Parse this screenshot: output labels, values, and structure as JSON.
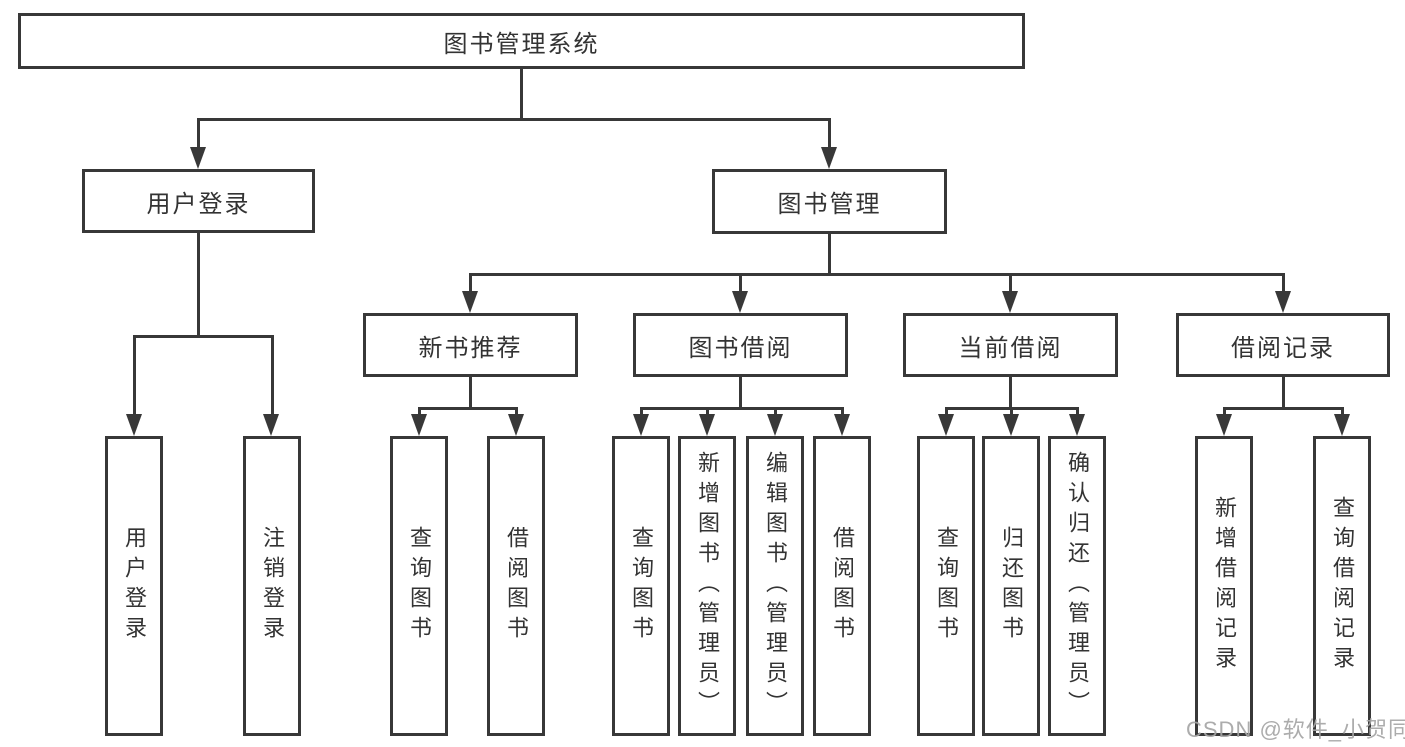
{
  "diagram": {
    "title": "图书管理系统",
    "tree": {
      "root": "图书管理系统",
      "children": [
        {
          "label": "用户登录",
          "leaves": [
            "用户登录",
            "注销登录"
          ]
        },
        {
          "label": "图书管理",
          "children": [
            {
              "label": "新书推荐",
              "leaves": [
                "查询图书",
                "借阅图书"
              ]
            },
            {
              "label": "图书借阅",
              "leaves": [
                "查询图书",
                "新增图书（管理员）",
                "编辑图书（管理员）",
                "借阅图书"
              ]
            },
            {
              "label": "当前借阅",
              "leaves": [
                "查询图书",
                "归还图书",
                "确认归还（管理员）"
              ]
            },
            {
              "label": "借阅记录",
              "leaves": [
                "新增借阅记录",
                "查询借阅记录"
              ]
            }
          ]
        }
      ]
    },
    "watermark": "CSDN @软件_小贺同学",
    "colors": {
      "line": "#383838",
      "box_border": "#383838",
      "box_fill": "#ffffff",
      "text": "#333333",
      "background": "#ffffff",
      "watermark": "#a5a5a5"
    }
  }
}
